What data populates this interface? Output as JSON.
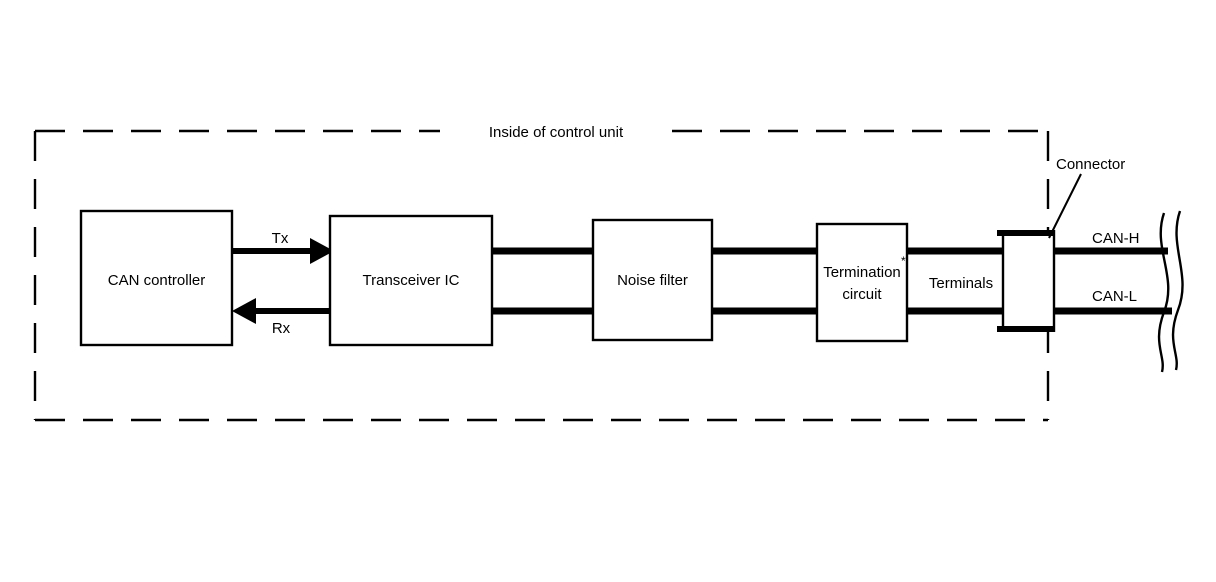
{
  "diagram": {
    "title": "Inside of control unit",
    "blocks": [
      {
        "id": "can-controller",
        "label": "CAN controller"
      },
      {
        "id": "transceiver-ic",
        "label": "Transceiver IC"
      },
      {
        "id": "noise-filter",
        "label": "Noise filter"
      },
      {
        "id": "termination-circuit",
        "label_line1": "Termination",
        "label_line2": "circuit",
        "footnote_marker": "*"
      }
    ],
    "signals": [
      {
        "id": "tx",
        "label": "Tx",
        "direction": "right"
      },
      {
        "id": "rx",
        "label": "Rx",
        "direction": "left"
      }
    ],
    "labels": {
      "terminals": "Terminals",
      "connector": "Connector",
      "can_high": "CAN-H",
      "can_low": "CAN-L"
    },
    "colors": {
      "stroke": "#000000",
      "background": "#ffffff"
    }
  }
}
